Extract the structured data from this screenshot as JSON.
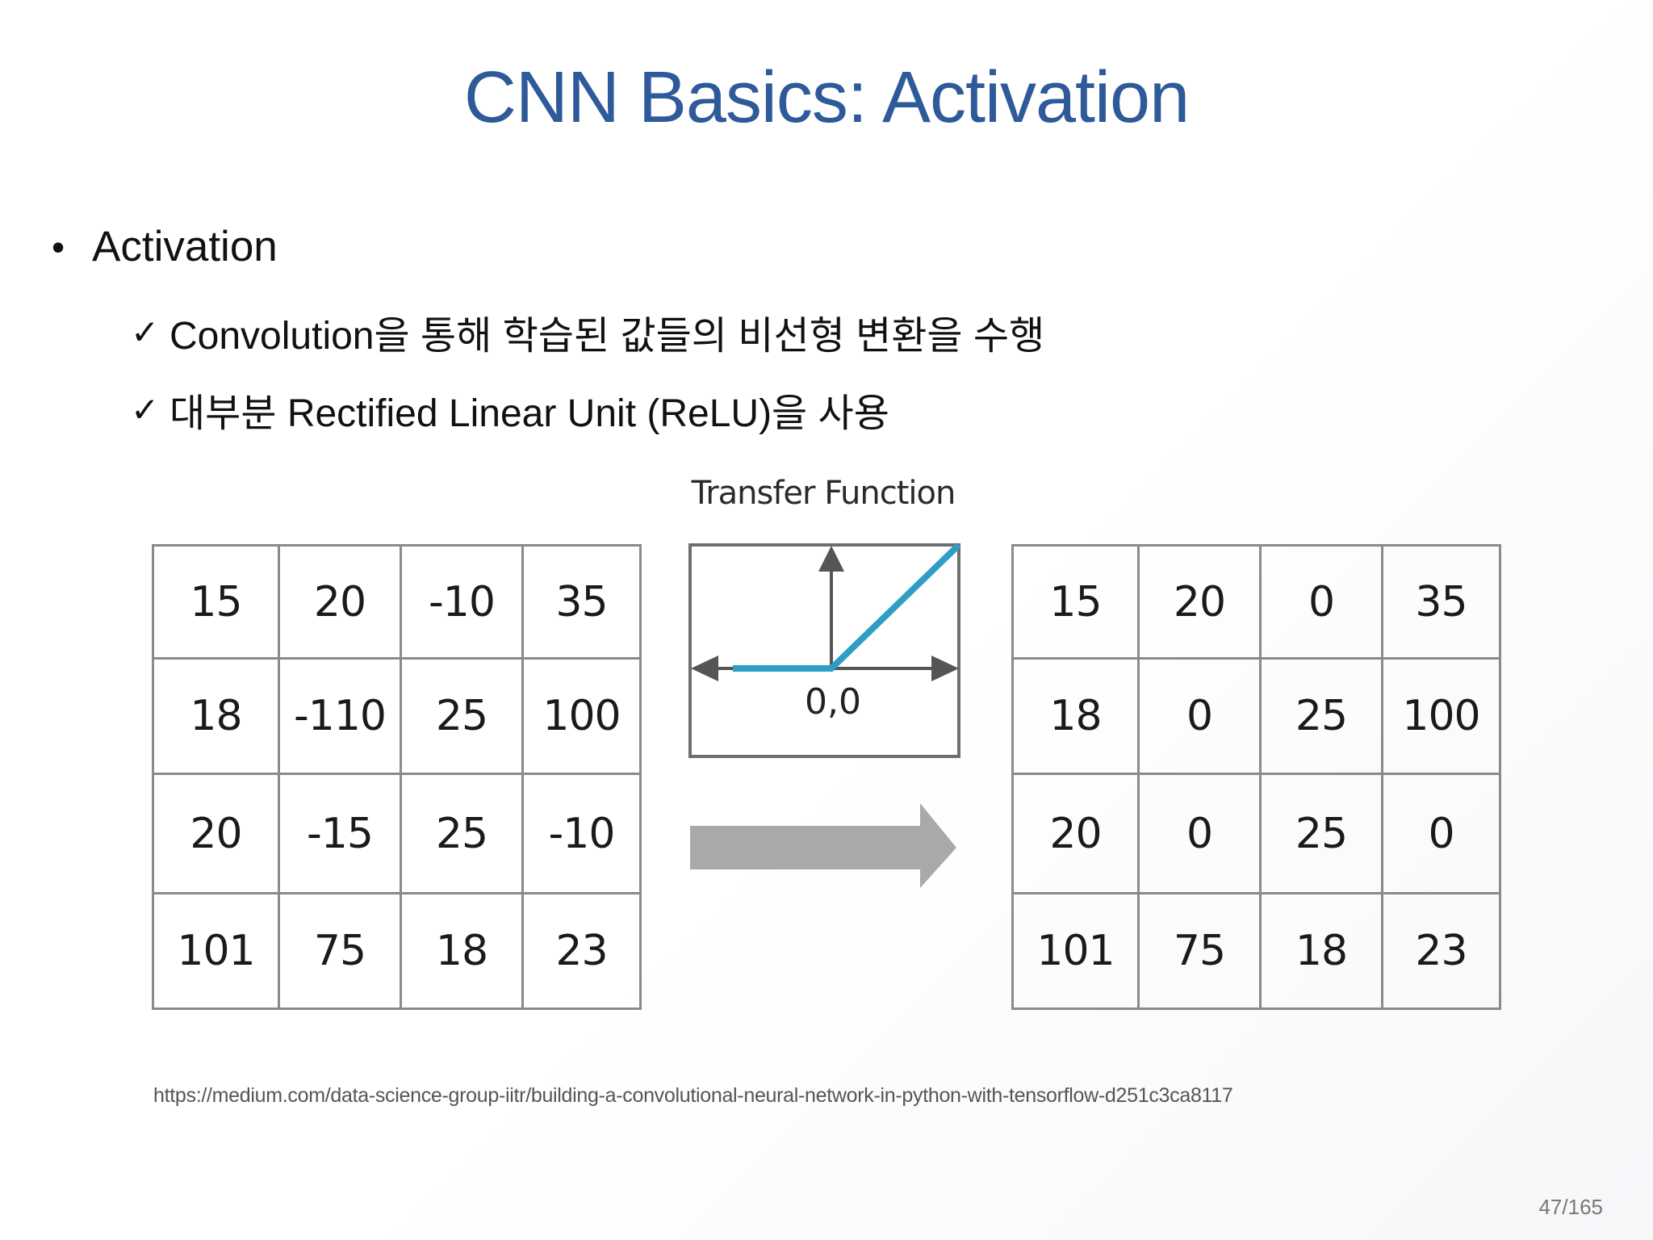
{
  "slide": {
    "title": "CNN Basics: Activation",
    "bullet": "Activation",
    "bullet_symbol": "•",
    "check_symbol": "✓",
    "sub_points": [
      "Convolution을 통해 학습된 값들의 비선형 변환을 수행",
      "대부분 Rectified Linear Unit (ReLU)을 사용"
    ],
    "transfer_function_label": "Transfer Function",
    "origin_label": "0,0",
    "input_matrix": [
      [
        "15",
        "20",
        "-10",
        "35"
      ],
      [
        "18",
        "-110",
        "25",
        "100"
      ],
      [
        "20",
        "-15",
        "25",
        "-10"
      ],
      [
        "101",
        "75",
        "18",
        "23"
      ]
    ],
    "output_matrix": [
      [
        "15",
        "20",
        "0",
        "35"
      ],
      [
        "18",
        "0",
        "25",
        "100"
      ],
      [
        "20",
        "0",
        "25",
        "0"
      ],
      [
        "101",
        "75",
        "18",
        "23"
      ]
    ],
    "source_url": "https://medium.com/data-science-group-iitr/building-a-convolutional-neural-network-in-python-with-tensorflow-d251c3ca8117",
    "page_number": "47/165"
  },
  "colors": {
    "title": "#2f5a9a",
    "relu_line": "#2e9ec4",
    "grid_border": "#8a8a8a",
    "arrow": "#a9a9a9"
  },
  "icons": {
    "arrow": "right-arrow-icon",
    "check": "checkmark-icon"
  }
}
